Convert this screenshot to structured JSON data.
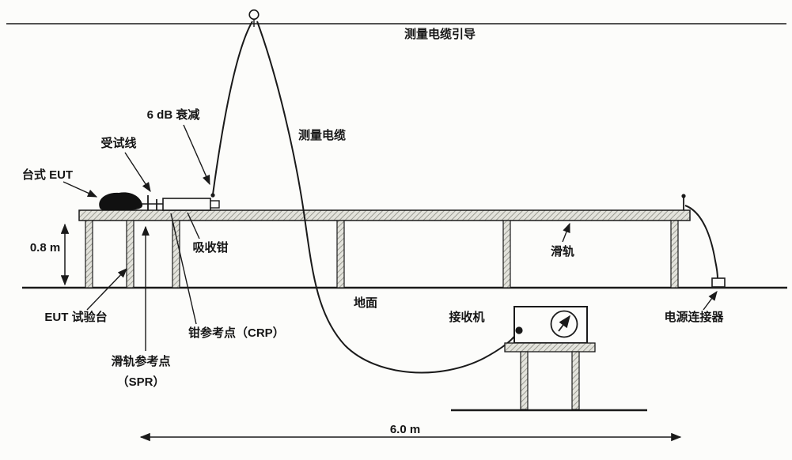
{
  "diagram": {
    "labels": {
      "cable_guide": "测量电缆引导",
      "attenuation": "6 dB 衰减",
      "line_under_test": "受试线",
      "tabletop_eut": "台式 EUT",
      "measuring_cable": "测量电缆",
      "absorbing_clamp": "吸收钳",
      "table_height": "0.8 m",
      "eut_test_table": "EUT 试验台",
      "clamp_reference_point": "钳参考点（CRP）",
      "rail_reference_point_line1": "滑轨参考点",
      "rail_reference_point_line2": "（SPR）",
      "ground": "地面",
      "slide_rail": "滑轨",
      "receiver": "接收机",
      "power_connector": "电源连接器",
      "rail_length": "6.0 m"
    },
    "colors": {
      "line": "#1a1a1a",
      "background": "#fcfcfa",
      "hatch_fill": "#e3e3dc",
      "hatch_stroke": "#8a8a82",
      "eut_fill": "#111111"
    }
  }
}
